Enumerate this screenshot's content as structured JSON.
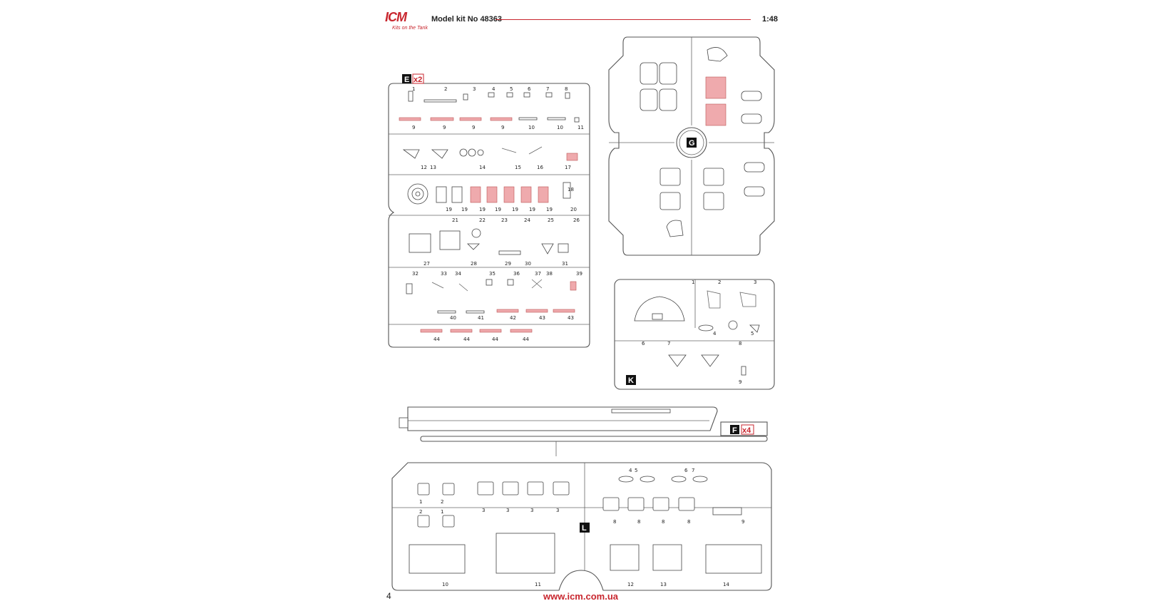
{
  "header": {
    "brand": "ICM",
    "tagline": "Kits on the Tank",
    "kit_label": "Model kit No 48363",
    "scale": "1:48"
  },
  "footer": {
    "page_number": "4",
    "url": "www.icm.com.ua"
  },
  "colors": {
    "accent": "#c8262e",
    "highlight_part": "#efaaad"
  },
  "sprues": {
    "E": {
      "letter": "E",
      "multiplier": "x2",
      "numbers": [
        "1",
        "2",
        "3",
        "4",
        "5",
        "6",
        "7",
        "8",
        "9",
        "9",
        "9",
        "9",
        "10",
        "10",
        "11",
        "12",
        "13",
        "14",
        "15",
        "16",
        "17",
        "18",
        "19",
        "19",
        "19",
        "19",
        "19",
        "19",
        "19",
        "20",
        "21",
        "22",
        "23",
        "24",
        "25",
        "26",
        "27",
        "28",
        "29",
        "30",
        "31",
        "32",
        "33",
        "34",
        "35",
        "36",
        "37",
        "38",
        "39",
        "40",
        "41",
        "42",
        "43",
        "43",
        "44",
        "44",
        "44",
        "44"
      ]
    },
    "G": {
      "letter": "G"
    },
    "K": {
      "letter": "K",
      "numbers": [
        "1",
        "2",
        "3",
        "4",
        "5",
        "6",
        "7",
        "8",
        "9"
      ]
    },
    "F": {
      "letter": "F",
      "multiplier": "x4"
    },
    "L": {
      "letter": "L",
      "numbers": [
        "1",
        "1",
        "2",
        "2",
        "3",
        "3",
        "3",
        "3",
        "4",
        "5",
        "6",
        "7",
        "8",
        "8",
        "8",
        "8",
        "9",
        "10",
        "11",
        "12",
        "13",
        "14"
      ]
    }
  }
}
